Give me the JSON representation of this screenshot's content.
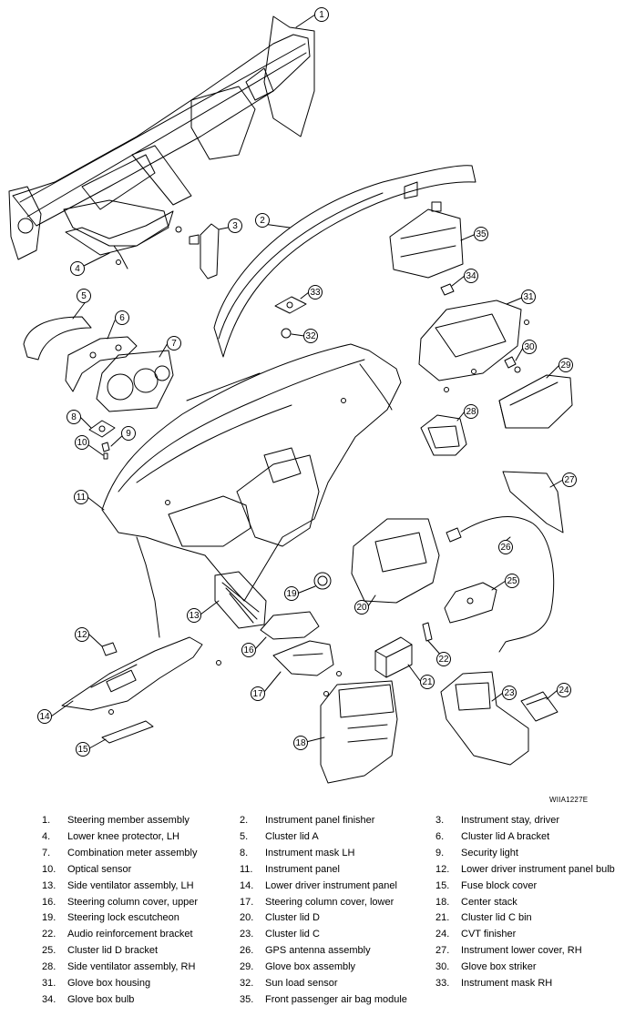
{
  "figure": {
    "reference_code": "WIIA1227E"
  },
  "callouts": [
    "1",
    "2",
    "3",
    "4",
    "5",
    "6",
    "7",
    "8",
    "9",
    "10",
    "11",
    "12",
    "13",
    "14",
    "15",
    "16",
    "17",
    "18",
    "19",
    "20",
    "21",
    "22",
    "23",
    "24",
    "25",
    "26",
    "27",
    "28",
    "29",
    "30",
    "31",
    "32",
    "33",
    "34",
    "35"
  ],
  "legend": [
    {
      "num": "1.",
      "label": "Steering member assembly"
    },
    {
      "num": "2.",
      "label": "Instrument panel finisher"
    },
    {
      "num": "3.",
      "label": "Instrument stay, driver"
    },
    {
      "num": "4.",
      "label": "Lower knee protector, LH"
    },
    {
      "num": "5.",
      "label": "Cluster lid A"
    },
    {
      "num": "6.",
      "label": "Cluster lid A bracket"
    },
    {
      "num": "7.",
      "label": "Combination meter assembly"
    },
    {
      "num": "8.",
      "label": "Instrument mask LH"
    },
    {
      "num": "9.",
      "label": "Security light"
    },
    {
      "num": "10.",
      "label": "Optical sensor"
    },
    {
      "num": "11.",
      "label": "Instrument panel"
    },
    {
      "num": "12.",
      "label": "Lower driver instrument panel bulb"
    },
    {
      "num": "13.",
      "label": "Side ventilator assembly, LH"
    },
    {
      "num": "14.",
      "label": "Lower driver instrument panel"
    },
    {
      "num": "15.",
      "label": "Fuse block cover"
    },
    {
      "num": "16.",
      "label": "Steering column cover, upper"
    },
    {
      "num": "17.",
      "label": "Steering column cover, lower"
    },
    {
      "num": "18.",
      "label": "Center stack"
    },
    {
      "num": "19.",
      "label": "Steering lock escutcheon"
    },
    {
      "num": "20.",
      "label": "Cluster lid D"
    },
    {
      "num": "21.",
      "label": "Cluster lid C bin"
    },
    {
      "num": "22.",
      "label": "Audio reinforcement bracket"
    },
    {
      "num": "23.",
      "label": "Cluster lid C"
    },
    {
      "num": "24.",
      "label": "CVT finisher"
    },
    {
      "num": "25.",
      "label": "Cluster lid D bracket"
    },
    {
      "num": "26.",
      "label": "GPS antenna assembly"
    },
    {
      "num": "27.",
      "label": "Instrument lower cover, RH"
    },
    {
      "num": "28.",
      "label": "Side ventilator assembly, RH"
    },
    {
      "num": "29.",
      "label": "Glove box assembly"
    },
    {
      "num": "30.",
      "label": "Glove box striker"
    },
    {
      "num": "31.",
      "label": "Glove box housing"
    },
    {
      "num": "32.",
      "label": "Sun load sensor"
    },
    {
      "num": "33.",
      "label": "Instrument mask RH"
    },
    {
      "num": "34.",
      "label": "Glove box bulb"
    },
    {
      "num": "35.",
      "label": "Front passenger air bag module"
    }
  ]
}
